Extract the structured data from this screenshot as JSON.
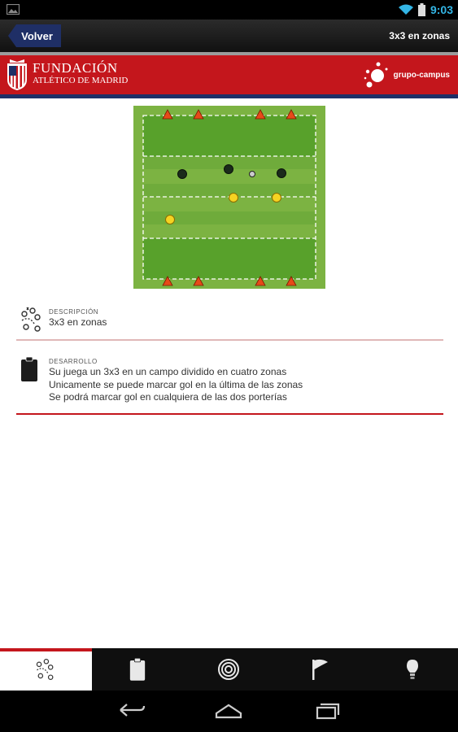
{
  "status_bar": {
    "time": "9:03",
    "icons": [
      "image-icon",
      "wifi-icon",
      "battery-icon"
    ]
  },
  "action_bar": {
    "back_label": "Volver",
    "title": "3x3 en zonas"
  },
  "header": {
    "brand_line1": "FUNDACIÓN",
    "brand_line2": "ATLÉTICO DE MADRID",
    "partner_logo_text": "grupo-campus",
    "colors": {
      "red": "#c4161c",
      "navy": "#1f2f66"
    }
  },
  "field": {
    "colors": {
      "grass": "#7cb342",
      "dark_zone": "#58a12b",
      "line": "#ffffff",
      "cone": "#e64a19",
      "dark_player": "#1b2b1b",
      "yellow_player": "#f5d322"
    }
  },
  "descripcion": {
    "label": "DESCRIPCIÓN",
    "text": "3x3 en zonas"
  },
  "desarrollo": {
    "label": "DESARROLLO",
    "lines": [
      "Su juega un 3x3 en un campo dividido en cuatro zonas",
      "Unicamente se puede marcar gol en la última de las zonas",
      "Se podrá marcar gol en cualquiera de las dos porterías"
    ]
  },
  "tabs": [
    {
      "name": "tactics-tab",
      "icon": "tactics-icon",
      "active": true
    },
    {
      "name": "clipboard-tab",
      "icon": "clipboard-icon",
      "active": false
    },
    {
      "name": "target-tab",
      "icon": "target-icon",
      "active": false
    },
    {
      "name": "flag-tab",
      "icon": "flag-icon",
      "active": false
    },
    {
      "name": "lightbulb-tab",
      "icon": "lightbulb-icon",
      "active": false
    }
  ],
  "nav_bar": {
    "buttons": [
      "back-icon",
      "home-icon",
      "recents-icon"
    ]
  }
}
